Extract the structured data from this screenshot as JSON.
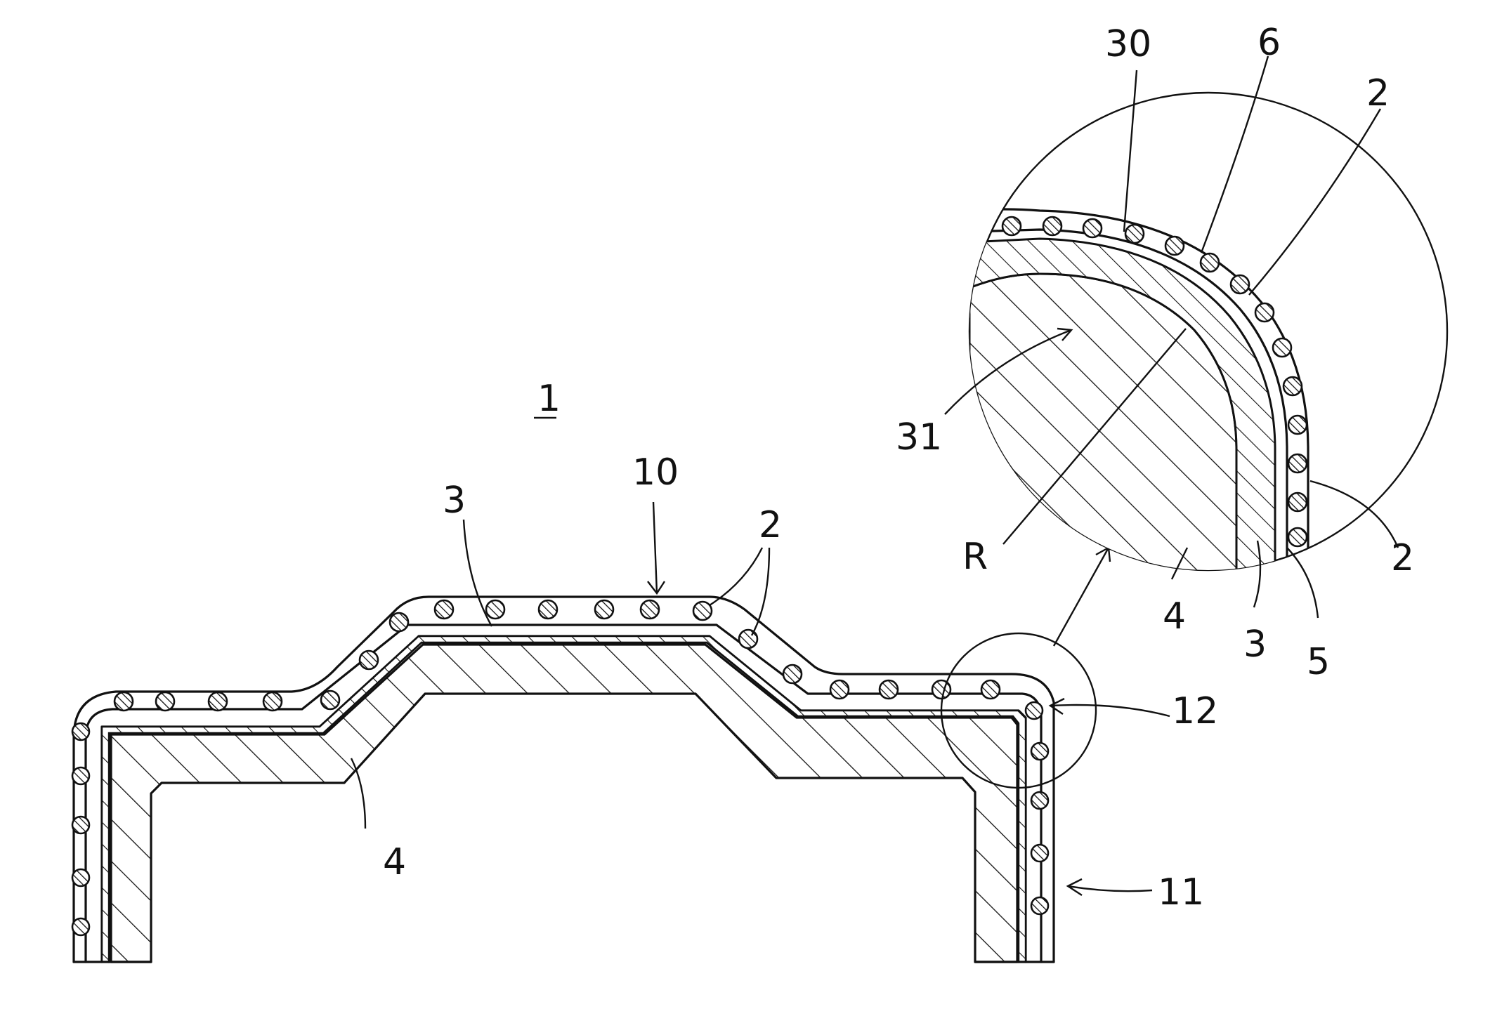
{
  "figure": {
    "labels": {
      "part_number": "1",
      "top_section": "10",
      "side_section": "11",
      "corner_section": "12",
      "wire_top": "2",
      "wire_detail_a": "2",
      "wire_detail_b": "2",
      "layer_3_main": "3",
      "layer_3_detail": "3",
      "core_4_main": "4",
      "core_4_detail": "4",
      "layer_5": "5",
      "layer_6": "6",
      "point_30": "30",
      "point_31": "31",
      "radius": "R"
    },
    "colors": {
      "ink": "#111111",
      "background": "#ffffff"
    }
  }
}
